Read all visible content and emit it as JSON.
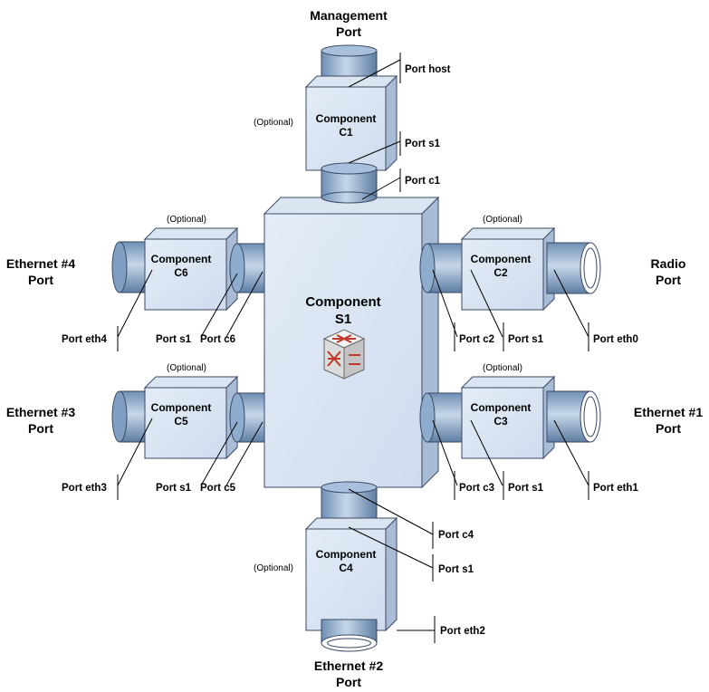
{
  "titles": {
    "management": [
      "Management",
      "Port"
    ],
    "radio": [
      "Radio",
      "Port"
    ],
    "eth1": [
      "Ethernet #1",
      "Port"
    ],
    "eth2": [
      "Ethernet #2",
      "Port"
    ],
    "eth3": [
      "Ethernet #3",
      "Port"
    ],
    "eth4": [
      "Ethernet #4",
      "Port"
    ]
  },
  "components": {
    "s1": [
      "Component",
      "S1"
    ],
    "c1": [
      "Component",
      "C1"
    ],
    "c2": [
      "Component",
      "C2"
    ],
    "c3": [
      "Component",
      "C3"
    ],
    "c4": [
      "Component",
      "C4"
    ],
    "c5": [
      "Component",
      "C5"
    ],
    "c6": [
      "Component",
      "C6"
    ]
  },
  "optional_label": "(Optional)",
  "ports": {
    "host": "Port host",
    "s1": "Port s1",
    "c1": "Port c1",
    "c2": "Port c2",
    "c3": "Port c3",
    "c4": "Port c4",
    "c5": "Port c5",
    "c6": "Port c6",
    "eth0": "Port eth0",
    "eth1": "Port eth1",
    "eth2": "Port eth2",
    "eth3": "Port eth3",
    "eth4": "Port eth4"
  },
  "icons": [
    "switch-icon"
  ]
}
